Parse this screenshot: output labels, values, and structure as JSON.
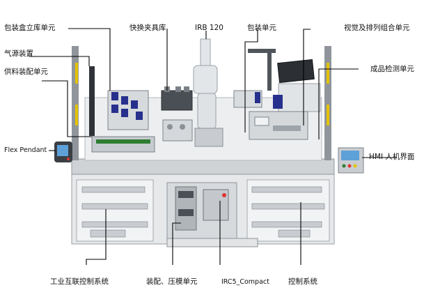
{
  "labels": {
    "storage_unit": "包装盒立库单元",
    "tool_rack": "快换夹具库",
    "robot": "IRB 120",
    "packing_unit": "包装单元",
    "vision_unit": "视觉及排列组合单元",
    "air_source": "气源装置",
    "feeding_unit": "供料装配单元",
    "inspection_unit": "成品检测单元",
    "flex_pendant": "Flex Pendant",
    "hmi": "HMI 人机界面",
    "iiot_control": "工业互联控制系统",
    "press_unit": "装配、压模单元",
    "controller": "IRC5_Compact",
    "control_system": "控制系统"
  }
}
